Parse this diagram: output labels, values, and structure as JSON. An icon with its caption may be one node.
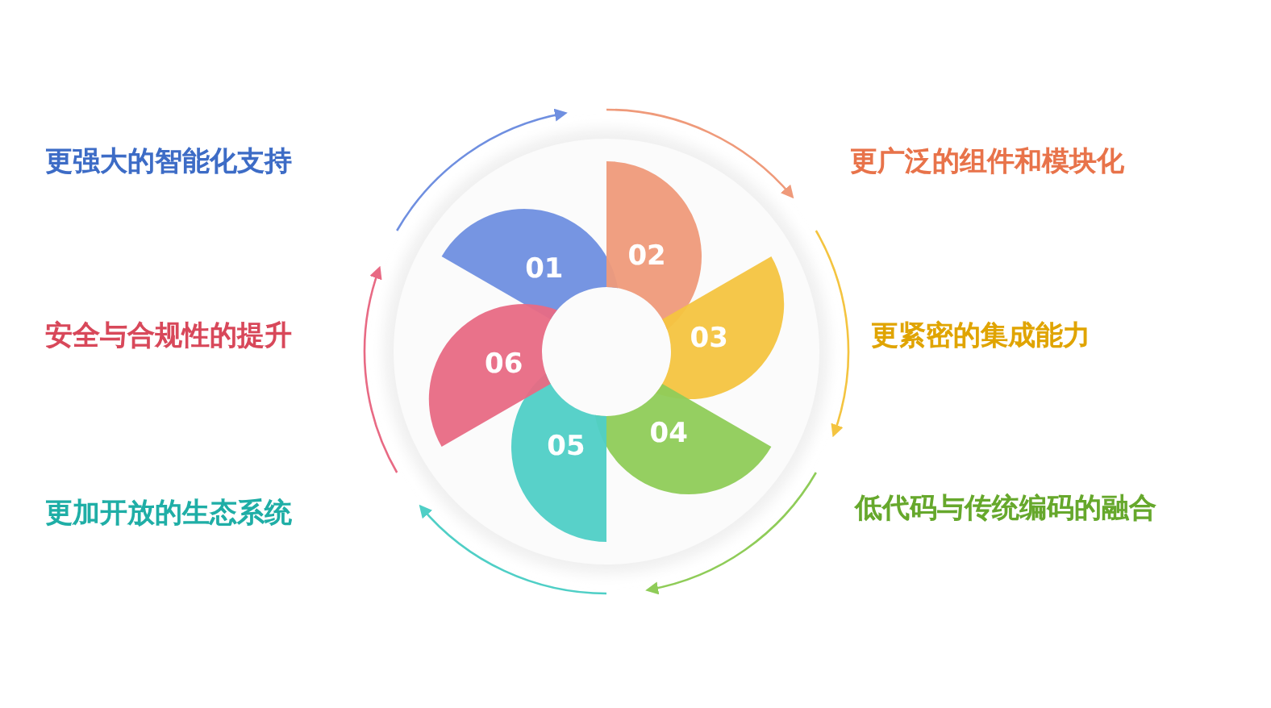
{
  "diagram": {
    "nodes": [
      {
        "text": [
          "01"
        ]
      },
      {
        "text": [
          "02"
        ]
      },
      {
        "text": [
          "03"
        ]
      },
      {
        "text": [
          "04"
        ]
      },
      {
        "text": [
          "05"
        ]
      },
      {
        "text": [
          "06"
        ]
      }
    ],
    "labels": [
      "更强大的智能化支持",
      "更广泛的组件和模块化",
      "安全与合规性的提升",
      "更紧密的集成能力",
      "更加开放的生态系统",
      "低代码与传统编码的融合"
    ]
  }
}
